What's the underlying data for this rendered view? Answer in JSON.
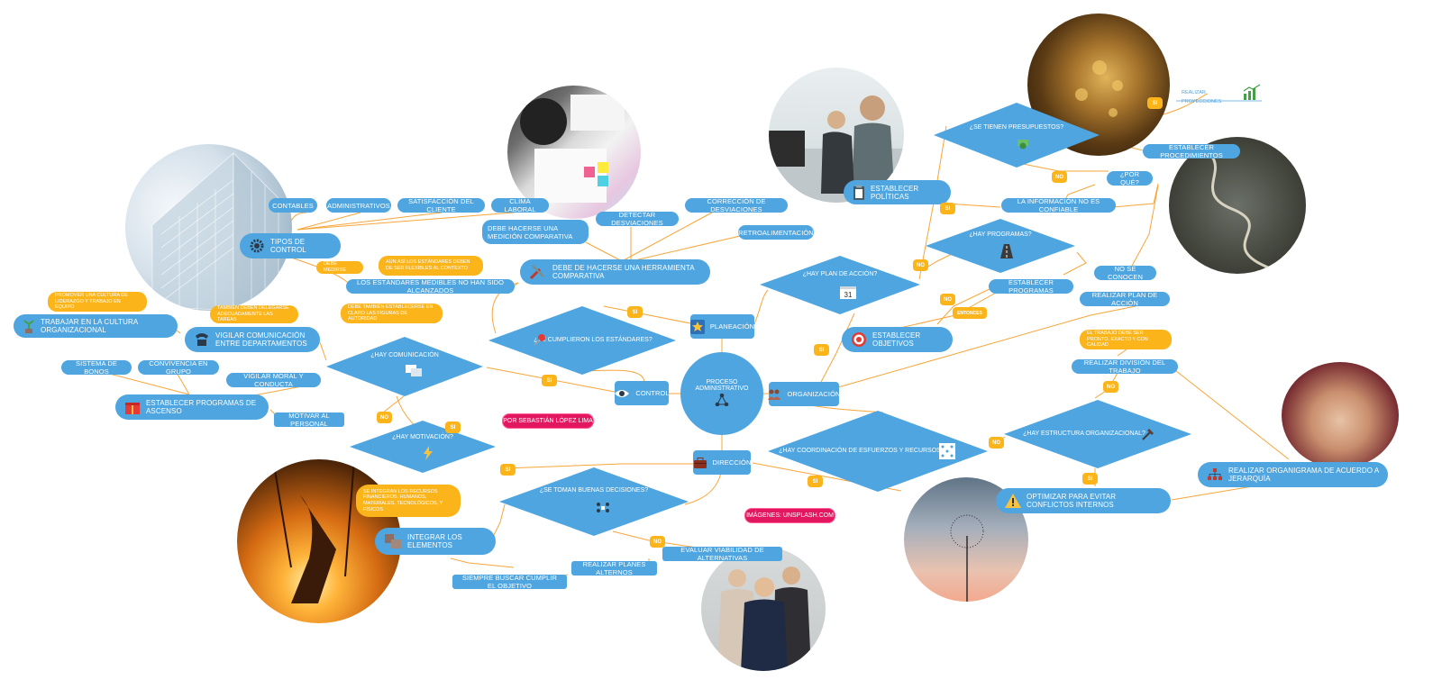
{
  "center": {
    "label": "PROCESO ADMINISTRATIVO"
  },
  "main_nodes": {
    "control": "CONTROL",
    "planeacion": "PLANEACIÓN",
    "organizacion": "ORGANIZACIÓN",
    "direccion": "DIRECCIÓN"
  },
  "diamonds": {
    "presupuestos": "¿SE TIENEN PRESUPUESTOS?",
    "programas": "¿HAY PROGRAMAS?",
    "plan_accion": "¿HAY PLAN DE ACCIÓN?",
    "estandares": "¿SE CUMPLIERON LOS ESTÁNDARES?",
    "comunicacion": "¿HAY COMUNICACIÓN",
    "motivacion": "¿HAY MOTIVACIÓN?",
    "decisiones": "¿SE TOMAN BUENAS DECISIONES?",
    "coordinacion": "¿HAY COORDINACIÓN DE ESFUERZOS Y RECURSOS?",
    "estructura": "¿HAY ESTRUCTURA ORGANIZACIONAL?"
  },
  "nodes": {
    "contables": "CONTABLES",
    "administrativos": "ADMINISTRATIVOS",
    "satisfaccion": "SATISFACCIÓN DEL CLIENTE",
    "clima": "CLIMA LABORAL",
    "tipos_control": "TIPOS DE CONTROL",
    "medicion": "DEBE HACERSE UNA MEDICIÓN COMPARATIVA",
    "detectar": "DETECTAR DESVIACIONES",
    "correccion": "CORRECCIÓN DE DESVIACIONES",
    "retro": "RETROALIMENTACIÓN",
    "herramienta": "DEBE DE HACERSE UNA HERRAMIENTA COMPARATIVA",
    "estandares_no": "LOS ESTÁNDARES MEDIBLES NO HAN SIDO ALCANZADOS",
    "trabajar_cultura": "TRABAJAR EN LA CULTURA ORGANIZACIONAL",
    "vigilar_com": "VIGILAR COMUNICACIÓN ENTRE DEPARTAMENTOS",
    "bonos": "SISTEMA DE BONOS",
    "convivencia": "CONVIVENCIA EN GRUPO",
    "moral": "VIGILAR MORAL Y CONDUCTA",
    "ascenso": "ESTABLECER PROGRAMAS DE ASCENSO",
    "motivar": "MOTIVAR AL PERSONAL",
    "integrar": "INTEGRAR LOS ELEMENTOS",
    "evaluar": "EVALUAR VIABILIDAD DE ALTERNATIVAS",
    "planes_alt": "REALIZAR PLANES ALTERNOS",
    "siempre": "SIEMPRE BUSCAR CUMPLIR EL OBJETIVO",
    "politicas": "ESTABLECER POLÍTICAS",
    "procedimientos": "ESTABLECER PROCEDIMIENTOS",
    "porque": "¿POR QUÉ?",
    "info": "LA INFORMACIÓN NO ES CONFIABLE",
    "no_conocen": "NO SE CONOCEN",
    "est_programas": "ESTABLECER PROGRAMAS",
    "plan_accion": "REALIZAR PLAN DE ACCIÓN",
    "objetivos": "ESTABLECER OBJETIVOS",
    "division": "REALIZAR DIVISIÓN DEL TRABAJO",
    "organigrama": "REALIZAR ORGANIGRAMA DE ACUERDO A JERARQUÍA",
    "optimizar": "OPTIMIZAR PARA EVITAR CONFLICTOS INTERNOS",
    "proyecciones": "REALIZAR PROYECCIONES"
  },
  "notes": {
    "flexibles": "AÚN ASÍ LOS ESTÁNDARES DEBEN DE SER FLEXIBLES AL CONTEXTO",
    "debe_medirse": "DEBE MEDIRSE",
    "promover": "PROMOVER UNA CULTURA DE LIDERAZGO Y TRABAJO EN EQUIPO",
    "delegarse": "TAMBIÉN DEBEN DELEGARSE ADECUADAMENTE LAS TAREAS",
    "autoridad": "DEBE TAMBIÉN ESTABLECERSE EN CLARO LAS FIGURAS DE AUTORIDAD",
    "recursos": "SE INTEGRAN LOS RECURSOS FINANCIEROS, HUMANOS, MATERIALES, TECNOLÓGICOS, Y FÍSICOS",
    "pronto": "EL TRABAJO DEBE SER PRONTO, EXACTO Y CON CALIDAD"
  },
  "tags": {
    "si": "SI",
    "no": "NO",
    "entonces": "ENTONCES"
  },
  "credits": {
    "author": "POR SEBASTIÁN LÓPEZ LIMA",
    "images": "IMÁGENES: UNSPLASH.COM"
  },
  "colors": {
    "node": "#4ea5df",
    "note": "#fbb419",
    "link": "#f8a53a",
    "credit": "#e3175f"
  }
}
